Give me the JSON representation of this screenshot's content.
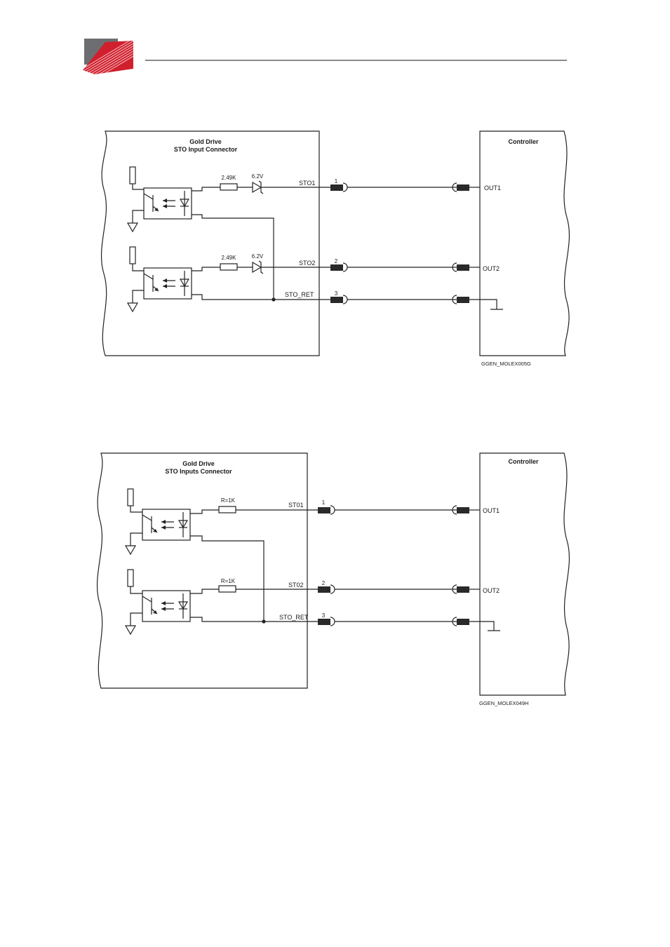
{
  "colors": {
    "logo_gray": "#6d6e71",
    "logo_red": "#d0202e",
    "line": "#222222"
  },
  "header": {
    "logo_icon": "company-logo"
  },
  "diagram1": {
    "drive_title": "Gold Drive",
    "drive_subtitle": "STO Input Connector",
    "controller_title": "Controller",
    "resistor_label": "2.49K",
    "zener_label": "6.2V",
    "signals": [
      "STO1",
      "STO2",
      "STO_RET"
    ],
    "pins": [
      "1",
      "2",
      "3"
    ],
    "outputs": [
      "OUT1",
      "OUT2"
    ],
    "figure_id": "GGEN_MOLEX005G"
  },
  "diagram2": {
    "drive_title": "Gold Drive",
    "drive_subtitle": "STO Inputs Connector",
    "controller_title": "Controller",
    "resistor_label": "R=1K",
    "signals": [
      "ST01",
      "ST02",
      "STO_RET"
    ],
    "pins": [
      "1",
      "2",
      "3"
    ],
    "outputs": [
      "OUT1",
      "OUT2"
    ],
    "figure_id": "GGEN_MOLEX049H"
  }
}
